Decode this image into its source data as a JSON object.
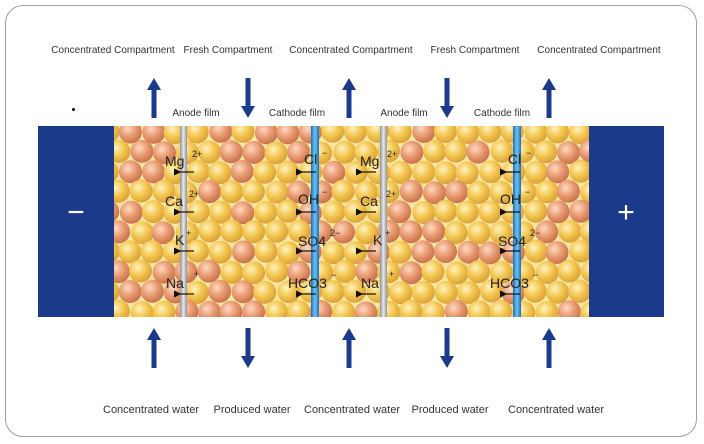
{
  "top_labels": [
    {
      "text": "Concentrated Compartment"
    },
    {
      "text": "Fresh Compartment"
    },
    {
      "text": "Concentrated Compartment"
    },
    {
      "text": "Fresh Compartment"
    },
    {
      "text": "Concentrated Compartment"
    }
  ],
  "film_labels": [
    {
      "text": "Anode film"
    },
    {
      "text": "Cathode film"
    },
    {
      "text": "Anode film"
    },
    {
      "text": "Cathode film"
    }
  ],
  "bottom_labels": [
    {
      "text": "Concentrated water"
    },
    {
      "text": "Produced water"
    },
    {
      "text": "Concentrated water"
    },
    {
      "text": "Produced water"
    },
    {
      "text": "Concentrated water"
    }
  ],
  "electrodes": {
    "left_sign": "−",
    "right_sign": "+"
  },
  "cations": [
    {
      "symbol": "Mg",
      "charge": "2+"
    },
    {
      "symbol": "Ca",
      "charge": "2+"
    },
    {
      "symbol": "K",
      "charge": "+"
    },
    {
      "symbol": "Na",
      "charge": "+"
    }
  ],
  "anions": [
    {
      "symbol": "Cl",
      "charge": "−"
    },
    {
      "symbol": "OH",
      "charge": "−"
    },
    {
      "symbol": "SO4",
      "charge": "2−"
    },
    {
      "symbol": "HCO3",
      "charge": "−"
    }
  ],
  "colors": {
    "electrode": "#1c3a8c",
    "arrow": "#1c3a8c",
    "anode_film": "#b9bcc2",
    "cathode_film": "#2e8fd6",
    "bead_yellow": "#f3c64f",
    "bead_orange": "#e89a70"
  }
}
